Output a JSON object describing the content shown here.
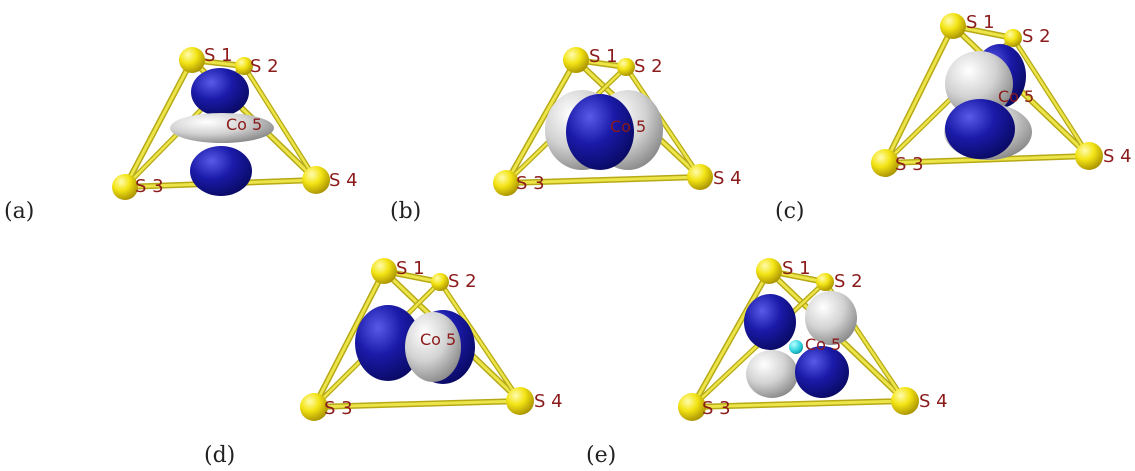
{
  "figure": {
    "colors": {
      "bond": "#e8e23a",
      "bond_dark": "#b7a916",
      "atom": "#f3e414",
      "atom_shade": "#b39d00",
      "label": "#8b1a1a",
      "lobe_positive": "#1a1aa0",
      "lobe_negative": "#c9c9c9",
      "center_atom": "#2fd3e0"
    },
    "panels": [
      {
        "letter": "(a)",
        "orbital": "dz2",
        "labels": {
          "s1": "S 1",
          "s2": "S 2",
          "s3": "S 3",
          "s4": "S 4",
          "co": "Co 5"
        }
      },
      {
        "letter": "(b)",
        "orbital": "dxz",
        "labels": {
          "s1": "S 1",
          "s2": "S 2",
          "s3": "S 3",
          "s4": "S 4",
          "co": "Co 5"
        }
      },
      {
        "letter": "(c)",
        "orbital": "dyz",
        "labels": {
          "s1": "S 1",
          "s2": "S 2",
          "s3": "S 3",
          "s4": "S 4",
          "co": "Co 5"
        }
      },
      {
        "letter": "(d)",
        "orbital": "dxy",
        "labels": {
          "s1": "S 1",
          "s2": "S 2",
          "s3": "S 3",
          "s4": "S 4",
          "co": "Co 5"
        }
      },
      {
        "letter": "(e)",
        "orbital": "dx2-y2",
        "labels": {
          "s1": "S 1",
          "s2": "S 2",
          "s3": "S 3",
          "s4": "S 4",
          "co": "Co 5"
        }
      }
    ]
  }
}
